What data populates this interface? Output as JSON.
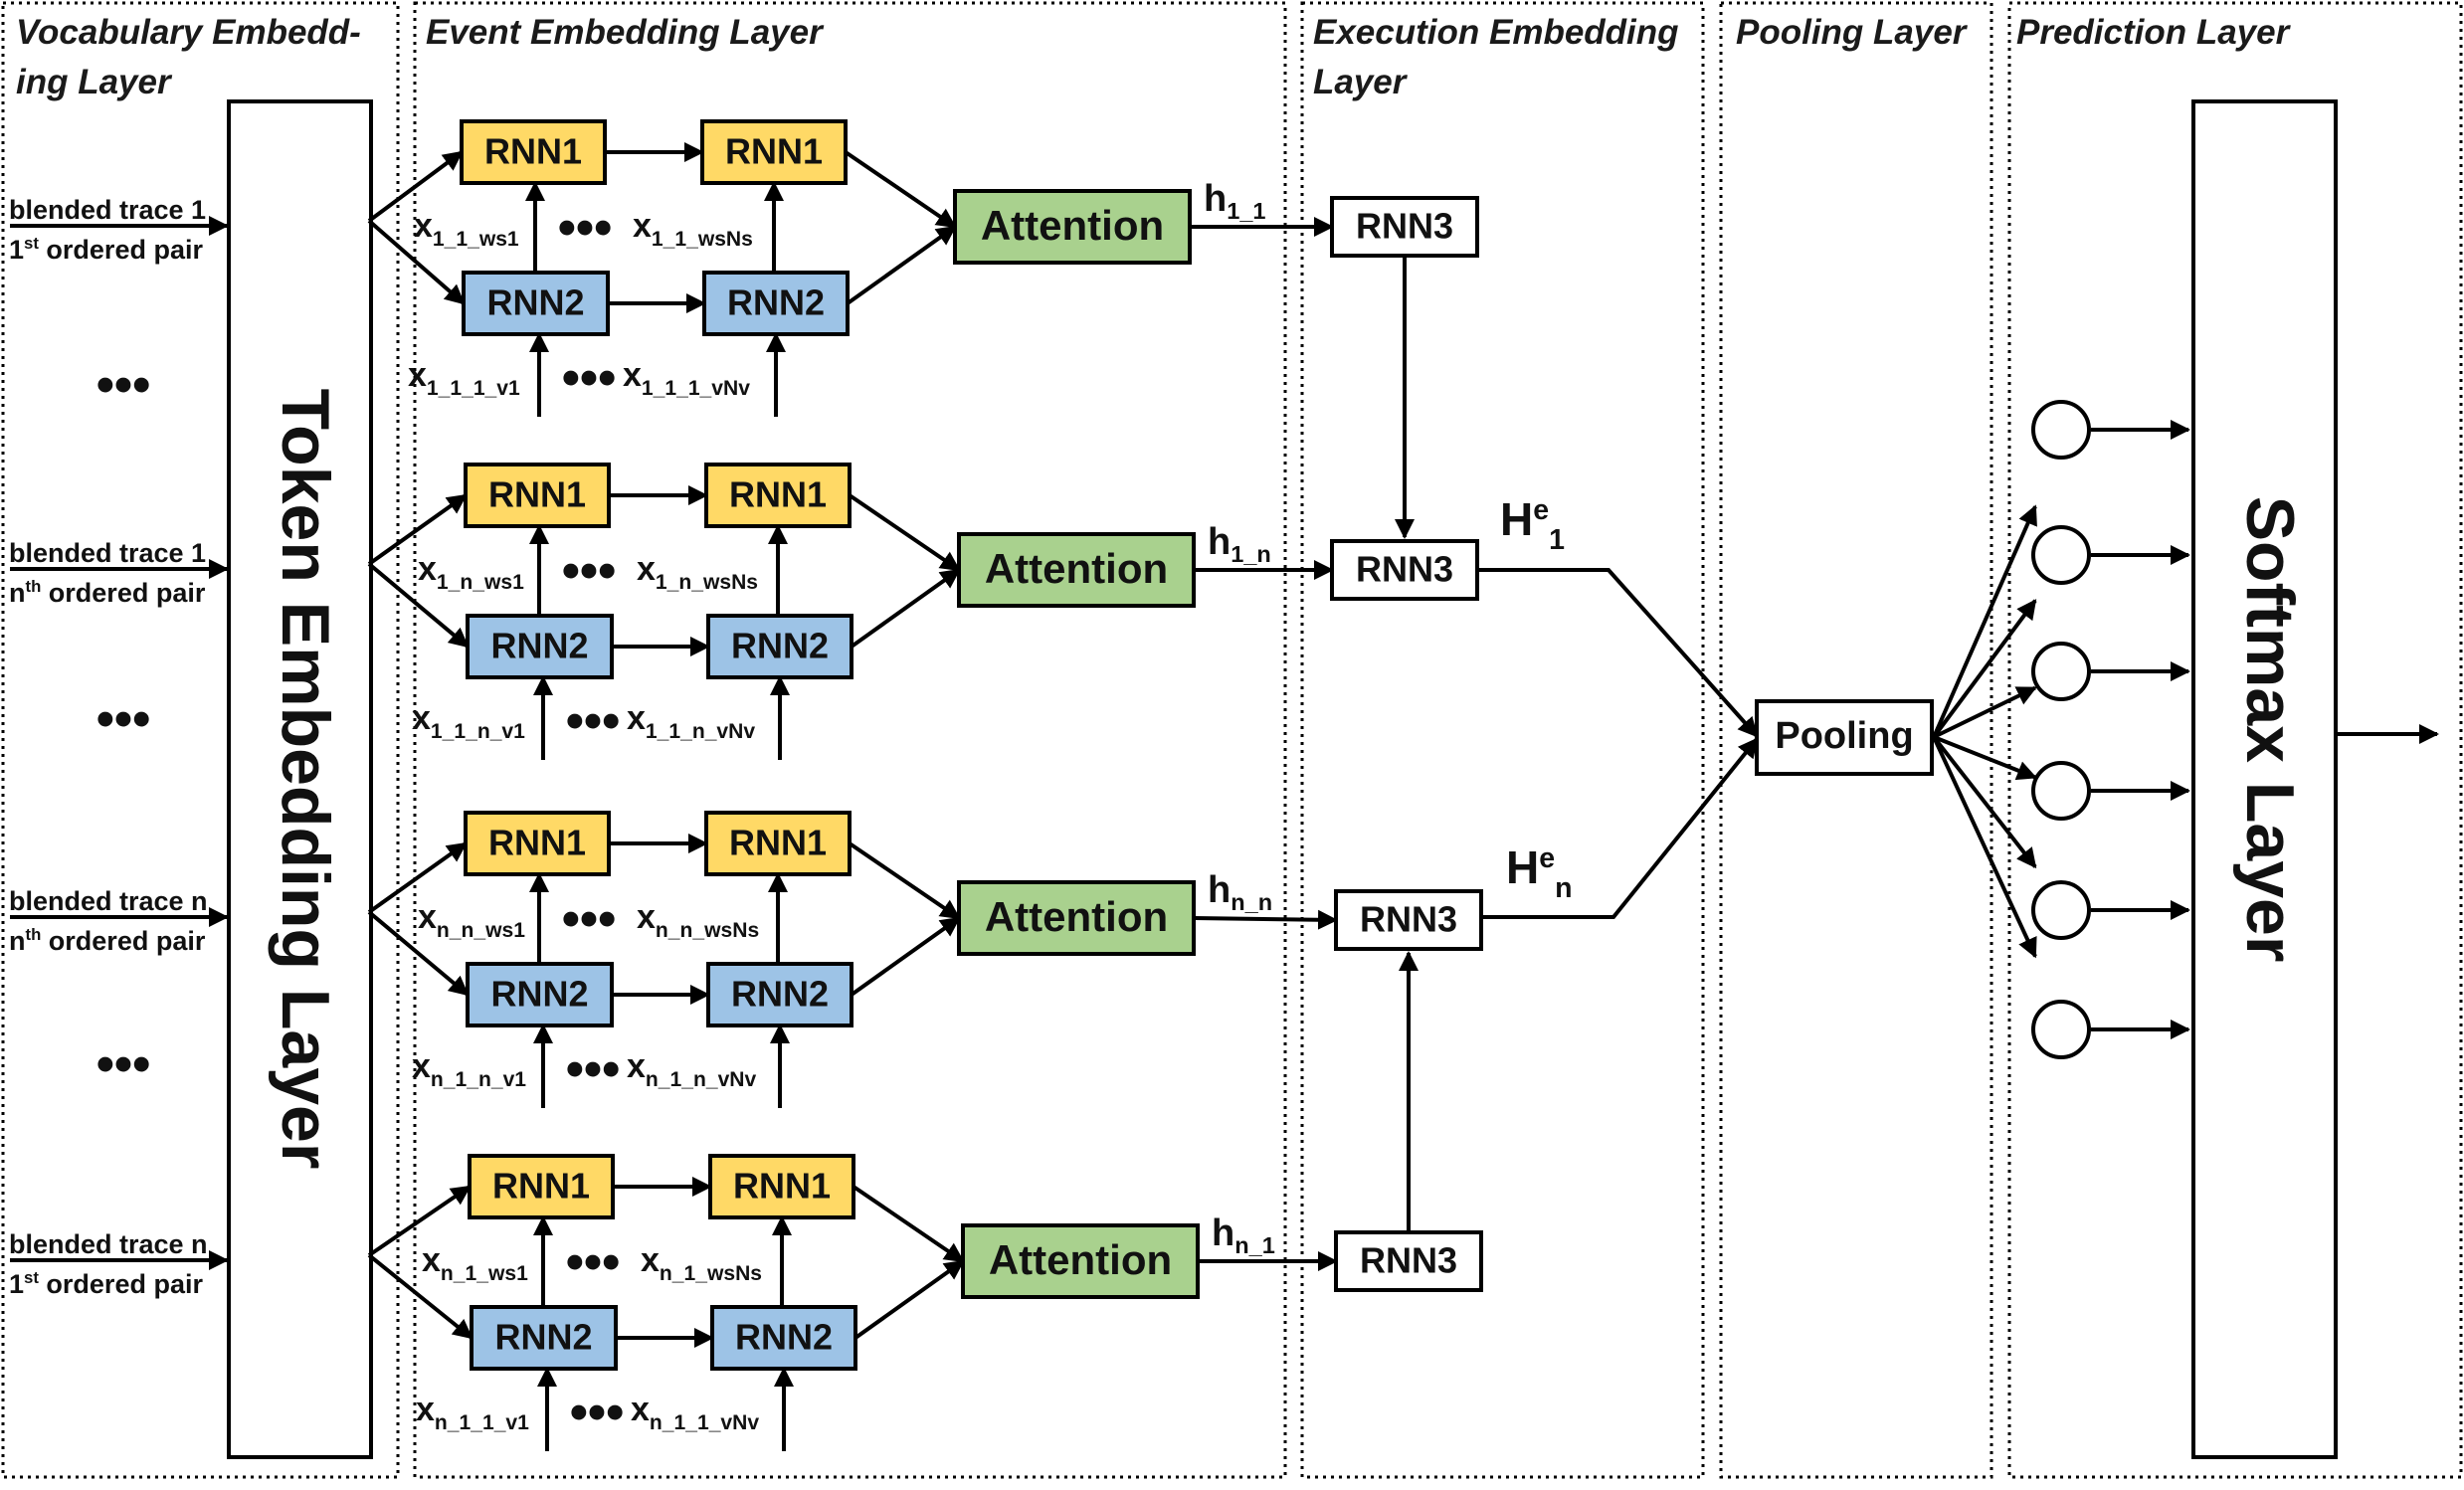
{
  "sections": [
    {
      "line1": "Vocabulary Embedd-",
      "line2": "ing Layer"
    },
    {
      "line1": "Event Embedding Layer",
      "line2": ""
    },
    {
      "line1": "Execution Embedding",
      "line2": "Layer"
    },
    {
      "line1": "Pooling Layer",
      "line2": ""
    },
    {
      "line1": "Prediction Layer",
      "line2": ""
    }
  ],
  "token_layer_label": "Token Embedding Layer",
  "softmax_layer_label": "Softmax Layer",
  "pooling_label": "Pooling",
  "ellipsis": "•••",
  "colors": {
    "rnn1": "#FFD966",
    "rnn2": "#9DC3E6",
    "attention": "#A9D18E",
    "stroke": "#000000"
  },
  "groups": [
    {
      "input_line1": "blended trace 1",
      "input_line2_pre": "1",
      "input_line2_sup": "st",
      "input_line2_post": " ordered pair",
      "rnn1": "RNN1",
      "rnn2": "RNN2",
      "attention": "Attention",
      "rnn3": "RNN3",
      "x1": {
        "base": "x",
        "sub": "1_1_ws1"
      },
      "x2": {
        "base": "x",
        "sub": "1_1_wsNs"
      },
      "x3": {
        "base": "x",
        "sub": "1_1_1_v1"
      },
      "x4": {
        "base": "x",
        "sub": "1_1_1_vNv"
      },
      "h": {
        "base": "h",
        "sub": "1_1"
      }
    },
    {
      "input_line1": "blended trace 1",
      "input_line2_pre": "n",
      "input_line2_sup": "th",
      "input_line2_post": " ordered pair",
      "rnn1": "RNN1",
      "rnn2": "RNN2",
      "attention": "Attention",
      "rnn3": "RNN3",
      "x1": {
        "base": "x",
        "sub": "1_n_ws1"
      },
      "x2": {
        "base": "x",
        "sub": "1_n_wsNs"
      },
      "x3": {
        "base": "x",
        "sub": "1_1_n_v1"
      },
      "x4": {
        "base": "x",
        "sub": "1_1_n_vNv"
      },
      "h": {
        "base": "h",
        "sub": "1_n"
      }
    },
    {
      "input_line1": "blended trace n",
      "input_line2_pre": "n",
      "input_line2_sup": "th",
      "input_line2_post": " ordered pair",
      "rnn1": "RNN1",
      "rnn2": "RNN2",
      "attention": "Attention",
      "rnn3": "RNN3",
      "x1": {
        "base": "x",
        "sub": "n_n_ws1"
      },
      "x2": {
        "base": "x",
        "sub": "n_n_wsNs"
      },
      "x3": {
        "base": "x",
        "sub": "n_1_n_v1"
      },
      "x4": {
        "base": "x",
        "sub": "n_1_n_vNv"
      },
      "h": {
        "base": "h",
        "sub": "n_n"
      }
    },
    {
      "input_line1": "blended trace n",
      "input_line2_pre": "1",
      "input_line2_sup": "st",
      "input_line2_post": " ordered pair",
      "rnn1": "RNN1",
      "rnn2": "RNN2",
      "attention": "Attention",
      "rnn3": "RNN3",
      "x1": {
        "base": "x",
        "sub": "n_1_ws1"
      },
      "x2": {
        "base": "x",
        "sub": "n_1_wsNs"
      },
      "x3": {
        "base": "x",
        "sub": "n_1_1_v1"
      },
      "x4": {
        "base": "x",
        "sub": "n_1_1_vNv"
      },
      "h": {
        "base": "h",
        "sub": "n_1"
      }
    }
  ],
  "execution_outputs": [
    {
      "base": "H",
      "sup": "e",
      "sub": "1"
    },
    {
      "base": "H",
      "sup": "e",
      "sub": "n"
    }
  ]
}
